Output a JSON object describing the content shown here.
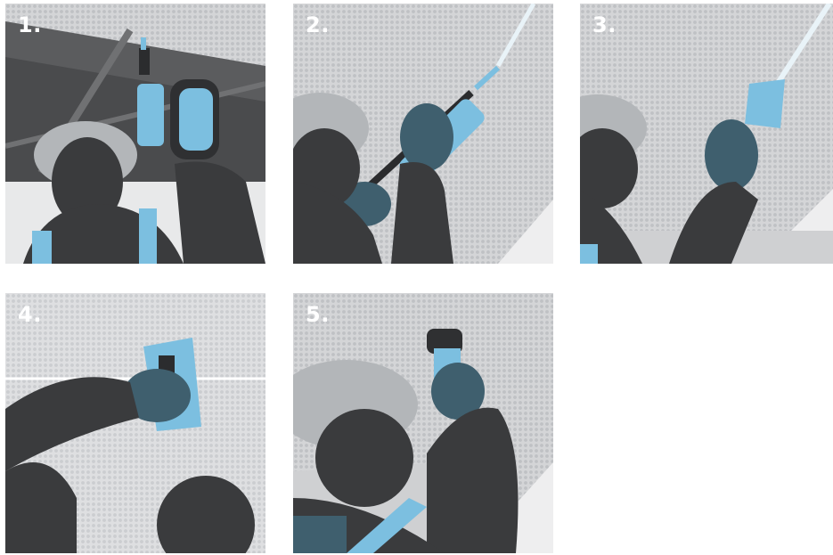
{
  "steps": [
    {
      "label": "1."
    },
    {
      "label": "2."
    },
    {
      "label": "3."
    },
    {
      "label": "4."
    },
    {
      "label": "5."
    }
  ],
  "colors": {
    "accent": "#7cbfe0",
    "figure": "#3a3b3d",
    "glove": "#3f5f6e",
    "helmet": "#b3b6b9",
    "ceiling_pattern": "#d8d9db"
  }
}
